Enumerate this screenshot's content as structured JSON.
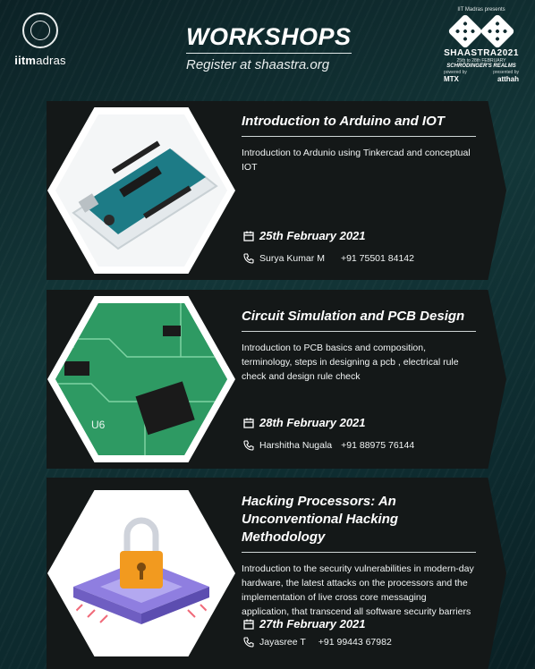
{
  "header": {
    "title": "WORKSHOPS",
    "subtitle": "Register at shaastra.org",
    "institute_logo_text_bold": "iitm",
    "institute_logo_text_thin": "adras"
  },
  "festival": {
    "top_line": "IIT Madras presents",
    "name": "SHAASTRA2021",
    "dates": "25th to 28th FEBRUARY",
    "tagline": "SCHRÖDINGER'S REALMS",
    "powered_by": "powered by",
    "presented_by": "presented by",
    "sponsor_1": "MTX",
    "sponsor_2": "atthah"
  },
  "workshops": [
    {
      "title": "Introduction to Arduino and IOT",
      "description": "Introduction to Ardunio using Tinkercad and conceptual IOT",
      "date": "25th February 2021",
      "contact_name": "Surya Kumar M",
      "contact_phone": "+91 75501 84142"
    },
    {
      "title": "Circuit Simulation and PCB Design",
      "description": "Introduction to PCB basics and composition, terminology, steps in designing a pcb , electrical rule check and design rule check",
      "date": "28th February 2021",
      "contact_name": "Harshitha Nugala",
      "contact_phone": "+91 88975 76144"
    },
    {
      "title": "Hacking Processors: An Unconventional Hacking Methodology",
      "description": "Introduction to the security vulnerabilities in modern-day hardware, the latest attacks on the processors and the implementation of live cross core messaging application, that transcend all software security barriers",
      "date": "27th February 2021",
      "contact_name": "Jayasree T",
      "contact_phone": "+91 99443 67982"
    }
  ],
  "colors": {
    "background": "#0f2a2e",
    "card": "#141818",
    "text": "#ffffff"
  }
}
